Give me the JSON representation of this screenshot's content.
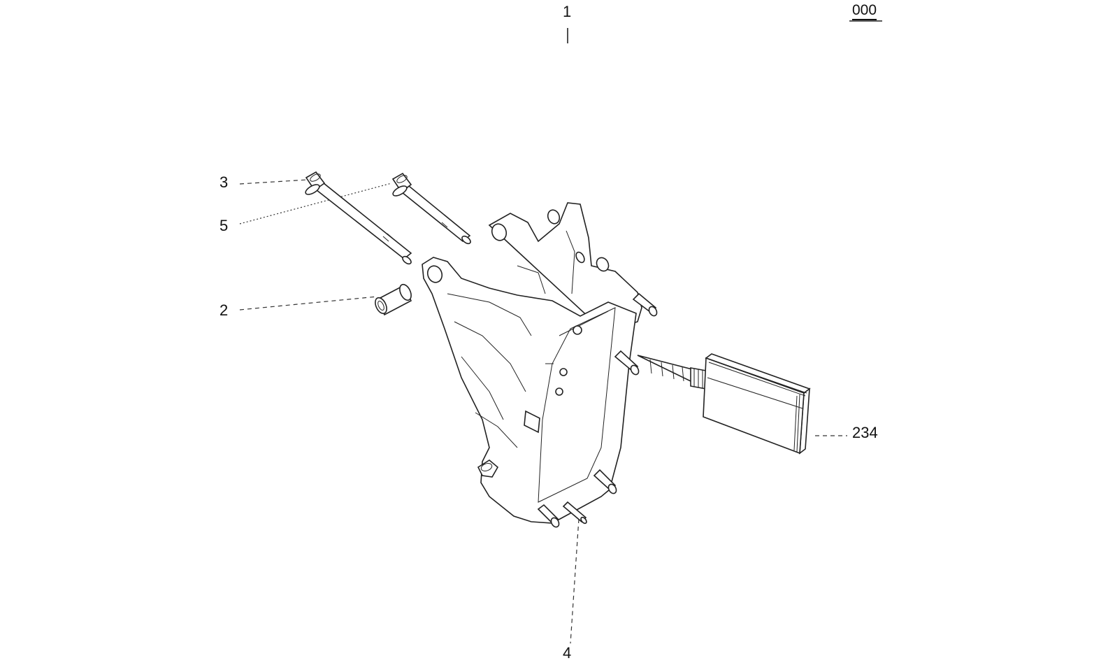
{
  "sheet": {
    "ref_number": "000"
  },
  "callouts": {
    "c1": "1",
    "c2": "2",
    "c3": "3",
    "c4": "4",
    "c5": "5",
    "c234": "234"
  },
  "colors": {
    "line": "#222222",
    "background": "#ffffff"
  }
}
